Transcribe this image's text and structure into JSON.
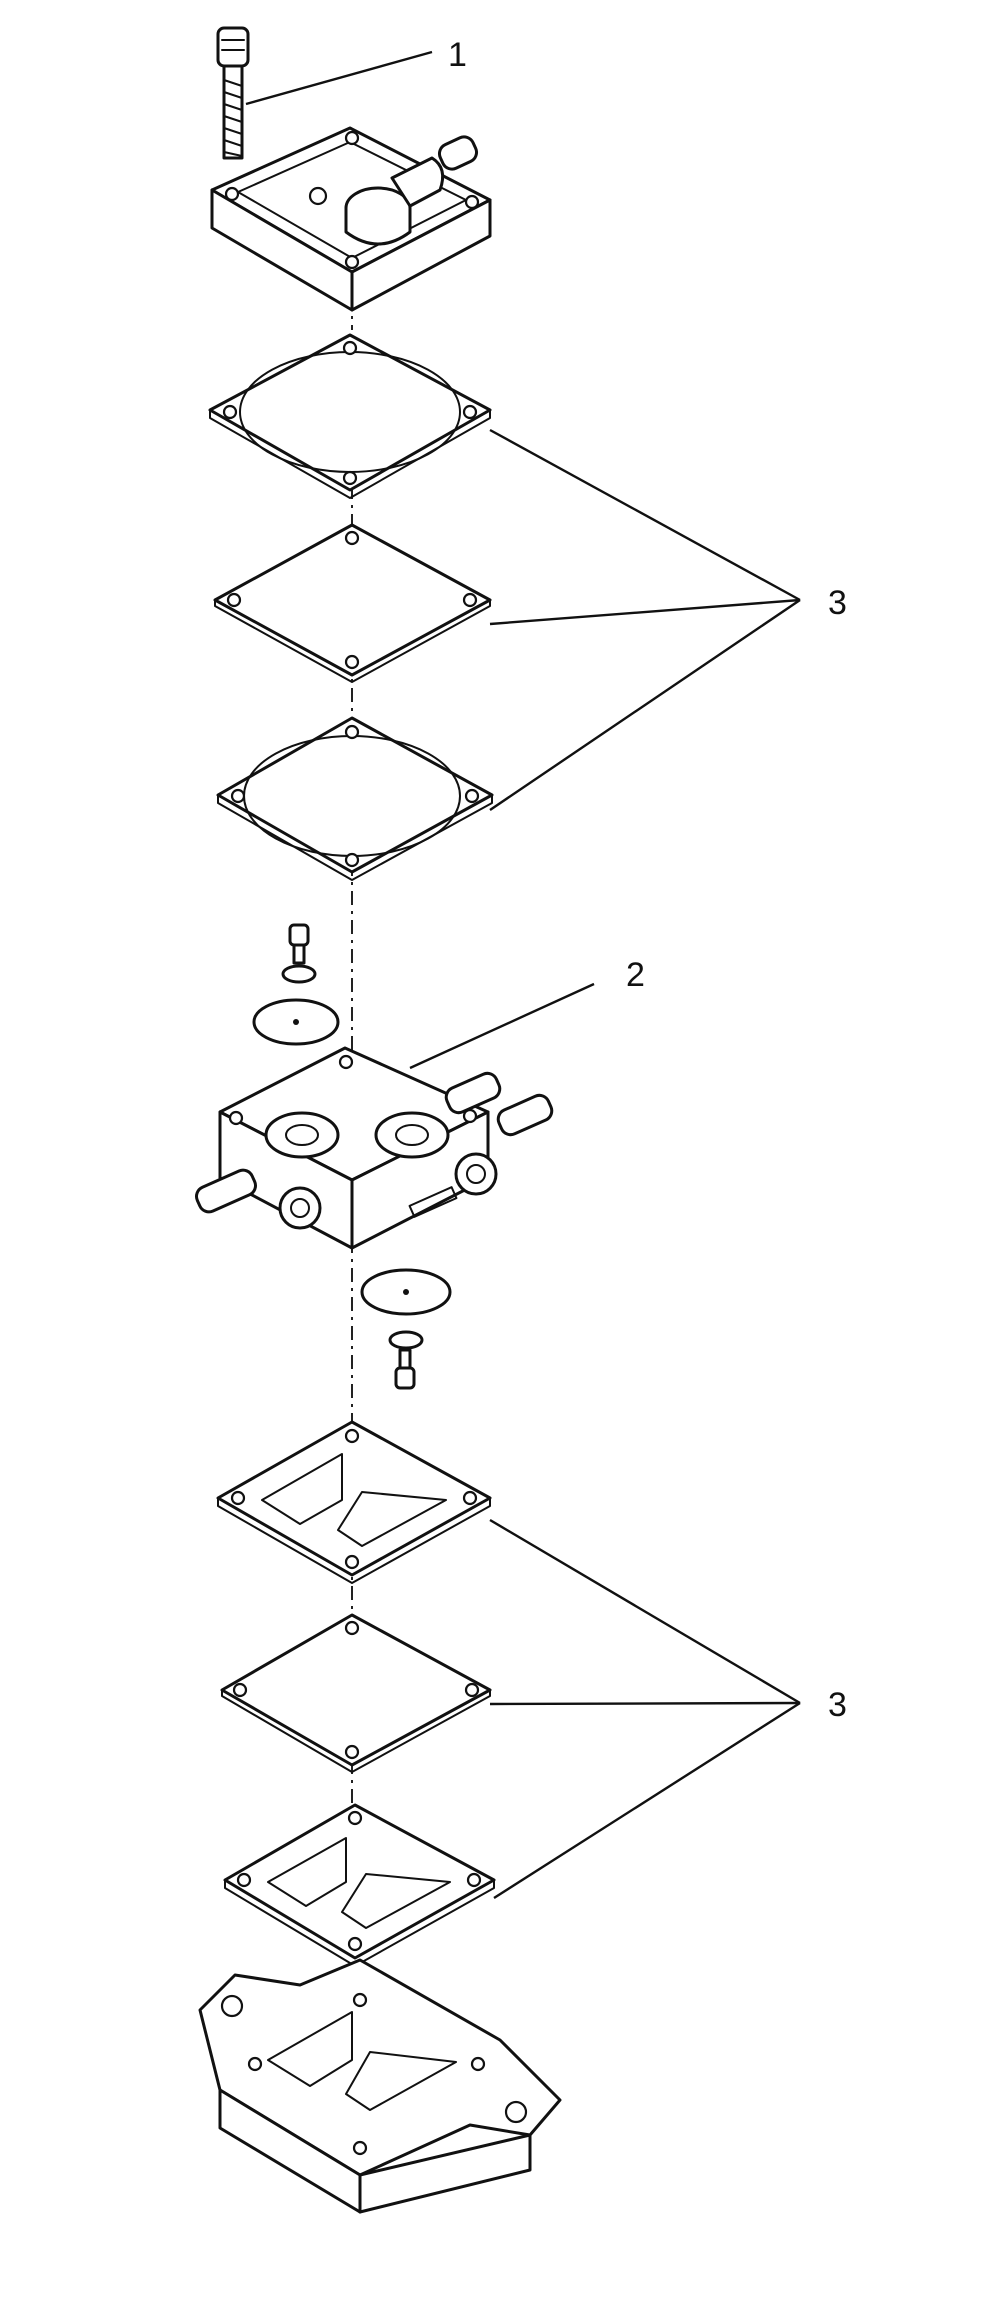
{
  "diagram": {
    "callouts": [
      {
        "id": "callout-1",
        "number": "1"
      },
      {
        "id": "callout-2",
        "number": "2"
      },
      {
        "id": "callout-3-upper",
        "number": "3"
      },
      {
        "id": "callout-3-lower",
        "number": "3"
      }
    ]
  }
}
